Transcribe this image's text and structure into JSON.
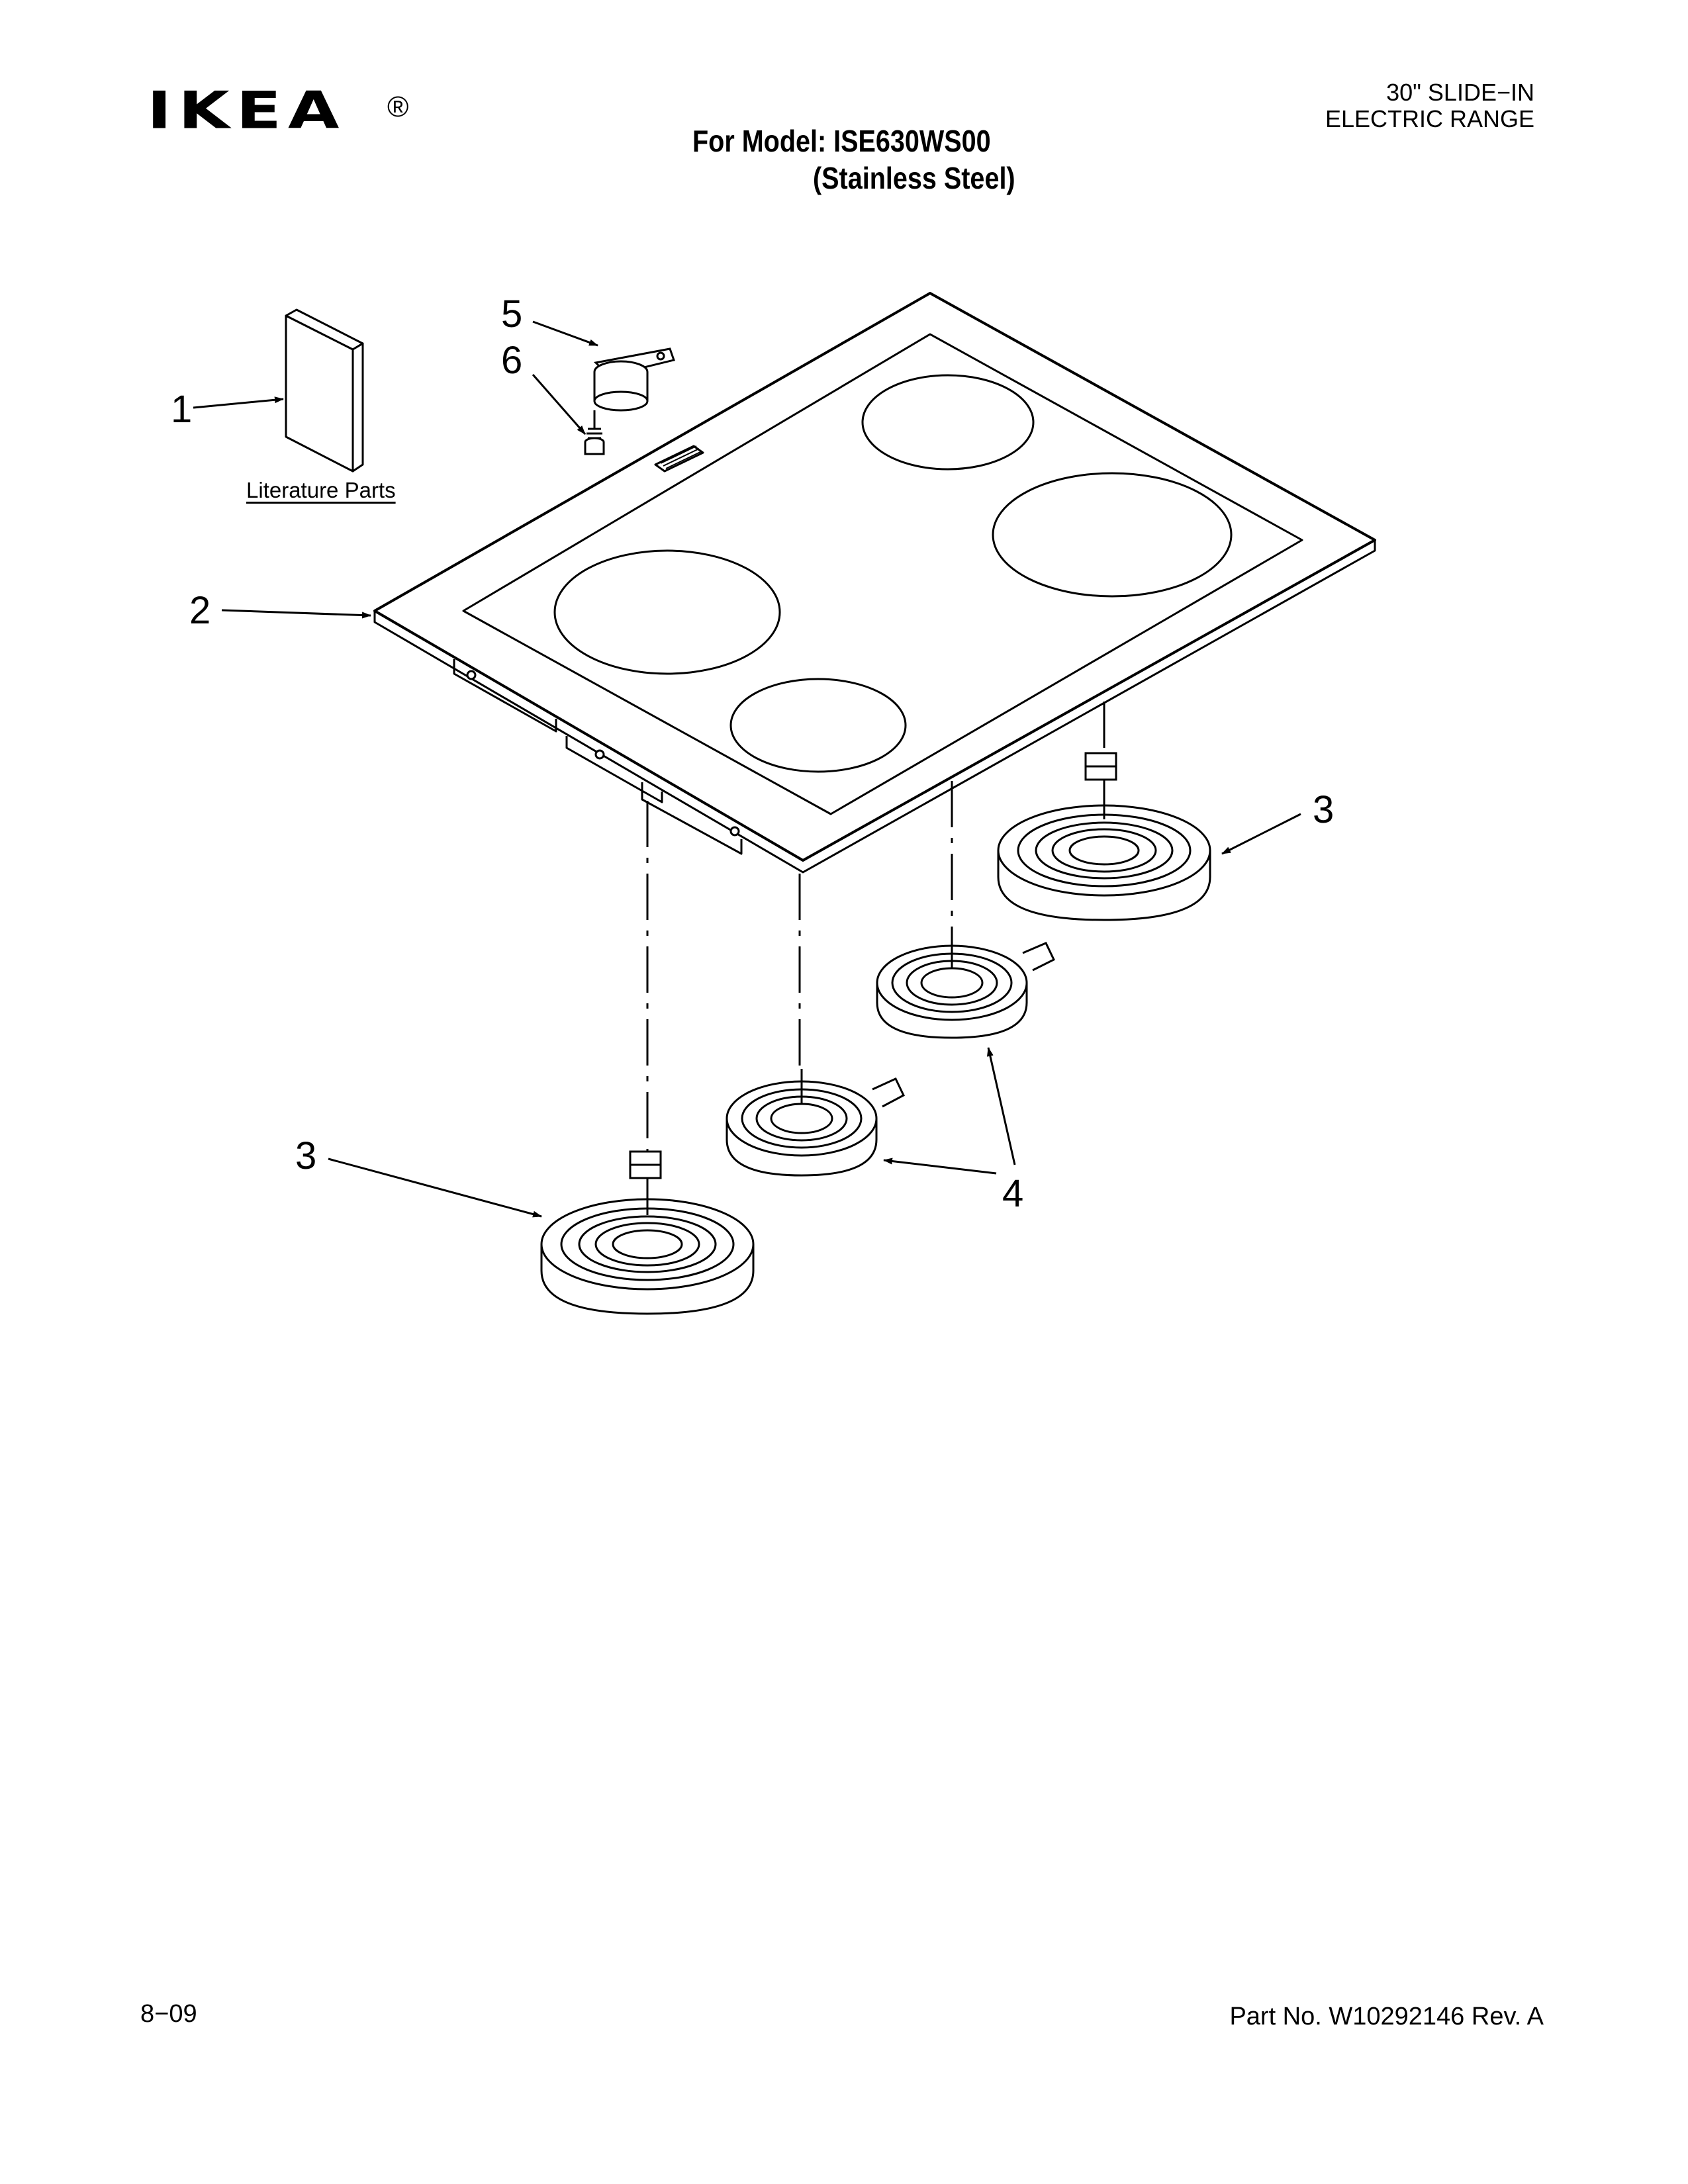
{
  "header": {
    "brand": "IKEA",
    "registered_mark": "®",
    "model_line": "For Model: ISE630WS00",
    "finish_line": "(Stainless Steel)",
    "product_line1": "30\" SLIDE−IN",
    "product_line2": "ELECTRIC RANGE"
  },
  "diagram": {
    "literature_label": "Literature Parts",
    "callouts": {
      "c1": "1",
      "c2": "2",
      "c3a": "3",
      "c3b": "3",
      "c4": "4",
      "c5": "5",
      "c6": "6"
    }
  },
  "footer": {
    "date_code": "8−09",
    "part_number": "Part No. W10292146 Rev. A"
  }
}
